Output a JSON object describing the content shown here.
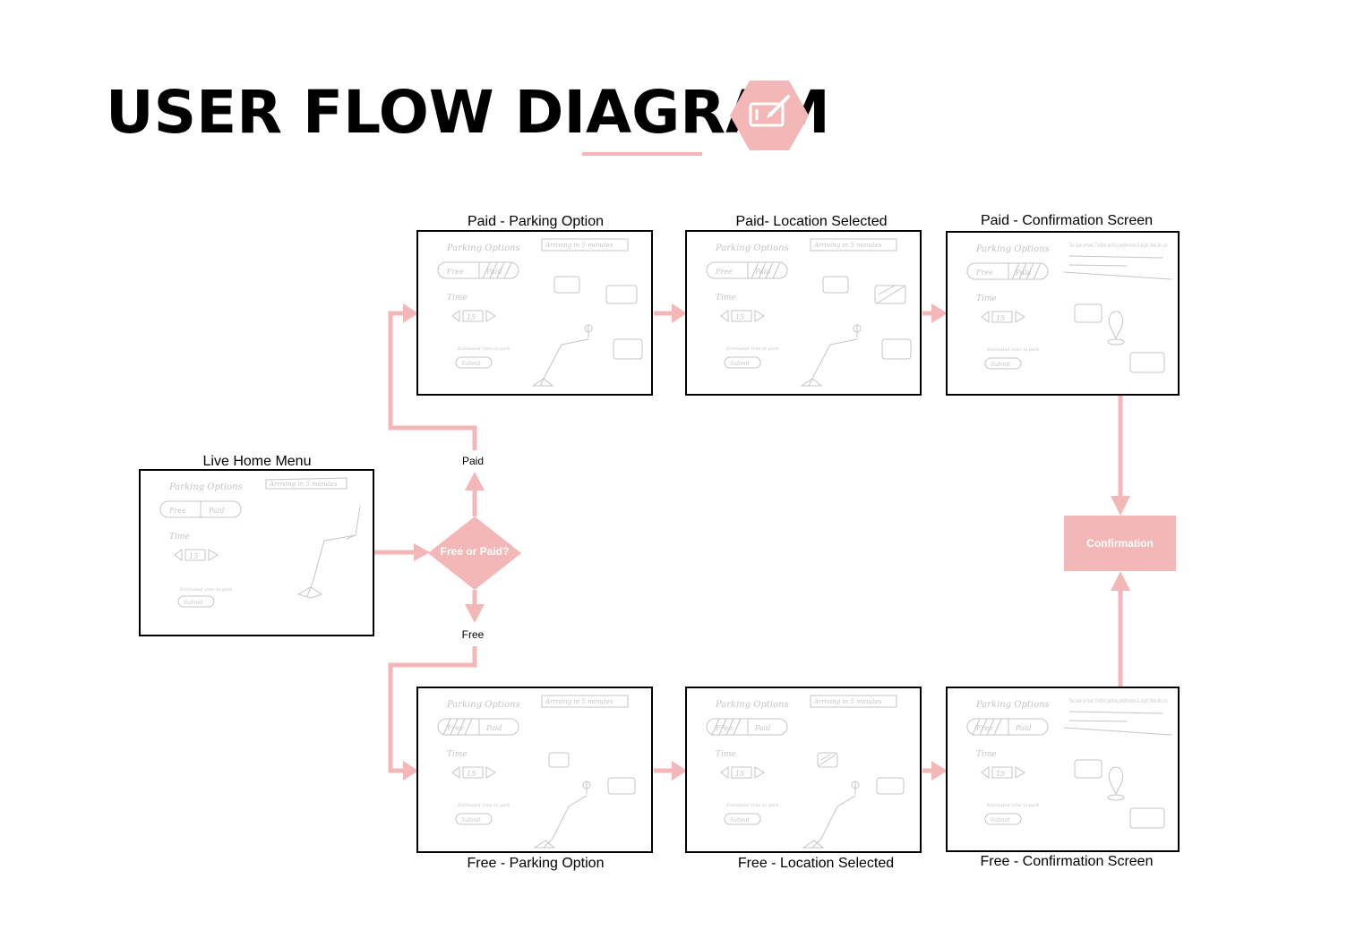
{
  "title": "USER FLOW DIAGRAM",
  "badge_icon": "tablet-pen-icon",
  "accent_color": "#f3b7b8",
  "decision": {
    "label": "Free or Paid?",
    "paid_label": "Paid",
    "free_label": "Free"
  },
  "confirmation": {
    "label": "Confirmation"
  },
  "screens": {
    "home": {
      "label": "Live Home Menu"
    },
    "paid_parking": {
      "label": "Paid - Parking Option"
    },
    "paid_location": {
      "label": "Paid- Location Selected"
    },
    "paid_confirm": {
      "label": "Paid - Confirmation Screen"
    },
    "free_parking": {
      "label": "Free - Parking Option"
    },
    "free_location": {
      "label": "Free - Location Selected"
    },
    "free_confirm": {
      "label": "Free - Confirmation Screen"
    }
  },
  "sketch": {
    "heading": "Parking Options",
    "arriving": "Arriving in 5 minutes",
    "free": "Free",
    "paid": "Paid",
    "time": "Time",
    "duration": "15",
    "submit": "Submit",
    "eta_note": "Estimated time to park",
    "arrived_msg": "You have arrived. Confirm parking preferences & alight from the car."
  }
}
